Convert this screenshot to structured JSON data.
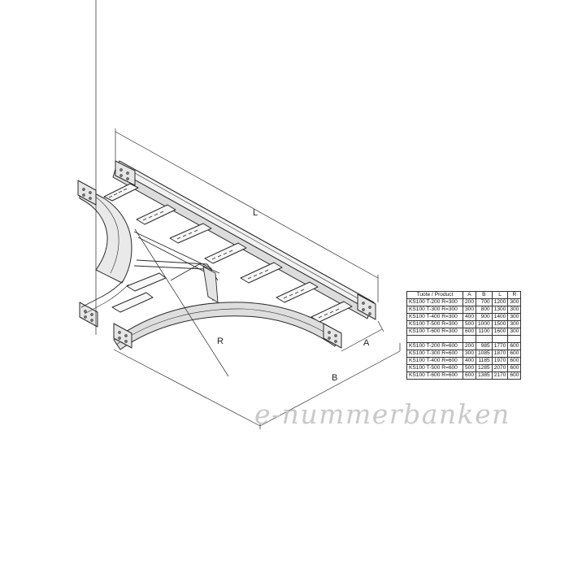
{
  "dimension_labels": {
    "L": "L",
    "A": "A",
    "R": "R",
    "B": "B"
  },
  "table": {
    "headers": [
      "Tuote / Product",
      "A",
      "B",
      "L",
      "R"
    ],
    "group1": [
      [
        "KS100 T-200 R=300",
        "200",
        "700",
        "1200",
        "300"
      ],
      [
        "KS100 T-300 R=300",
        "300",
        "800",
        "1300",
        "300"
      ],
      [
        "KS100 T-400 R=300",
        "400",
        "900",
        "1400",
        "300"
      ],
      [
        "KS100 T-500 R=300",
        "500",
        "1000",
        "1500",
        "300"
      ],
      [
        "KS100 T-600 R=300",
        "600",
        "1100",
        "1600",
        "300"
      ]
    ],
    "group2": [
      [
        "KS100 T-200 R=600",
        "200",
        "985",
        "1770",
        "600"
      ],
      [
        "KS100 T-300 R=600",
        "300",
        "1085",
        "1870",
        "600"
      ],
      [
        "KS100 T-400 R=600",
        "400",
        "1185",
        "1970",
        "600"
      ],
      [
        "KS100 T-500 R=600",
        "500",
        "1285",
        "2070",
        "600"
      ],
      [
        "KS100 T-600 R=600",
        "600",
        "1385",
        "2170",
        "600"
      ]
    ]
  },
  "watermark": "e-nummerbanken"
}
